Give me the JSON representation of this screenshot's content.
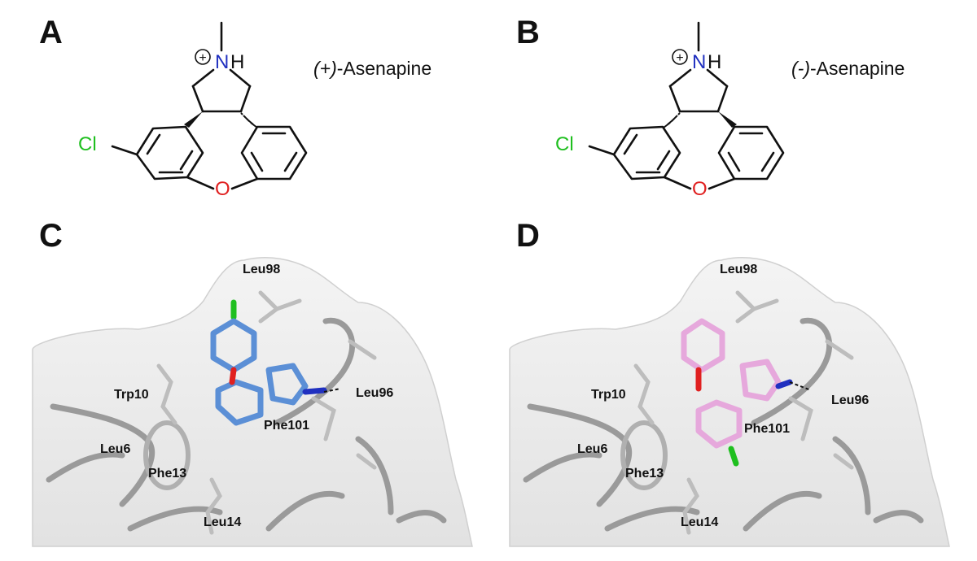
{
  "panels": {
    "A": {
      "letter": "A",
      "name_prefix": "(+)",
      "name_suffix": "-Asenapine",
      "atom_cl": "Cl",
      "atom_o": "O",
      "atom_n": "N",
      "atom_h": "H",
      "charge": "+"
    },
    "B": {
      "letter": "B",
      "name_prefix": "(-)",
      "name_suffix": "-Asenapine",
      "atom_cl": "Cl",
      "atom_o": "O",
      "atom_n": "N",
      "atom_h": "H",
      "charge": "+"
    },
    "C": {
      "letter": "C",
      "residues": [
        "Leu98",
        "Trp10",
        "Leu96",
        "Phe101",
        "Leu6",
        "Phe13",
        "Leu14"
      ],
      "ligand_color": "#5b8fd6"
    },
    "D": {
      "letter": "D",
      "residues": [
        "Leu98",
        "Trp10",
        "Leu96",
        "Phe101",
        "Leu6",
        "Phe13",
        "Leu14"
      ],
      "ligand_color": "#e6a8dc"
    }
  },
  "colors": {
    "chlorine": "#1fbf1f",
    "oxygen": "#e02020",
    "nitrogen": "#2030c0",
    "protein": "#c8c8c8"
  }
}
